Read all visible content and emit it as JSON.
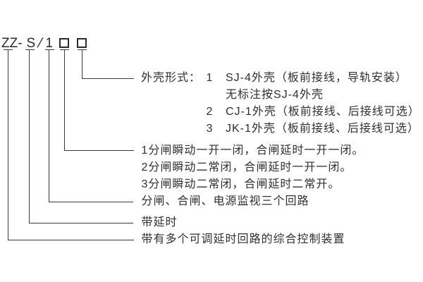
{
  "diagram_title": "ZZ-S/1 model designation",
  "ink_color": "#2f2f2f",
  "background_color": "#ffffff",
  "code": {
    "value": "ZZ-S/1□□",
    "parts": {
      "family": "ZZ-",
      "delay": "S",
      "slash": "/",
      "circuits": "1"
    },
    "placeholder_boxes": 2
  },
  "callouts": {
    "enclosure": {
      "label": "外壳形式：",
      "options": [
        {
          "num": "1",
          "text": "SJ-4外壳（板前接线，导轨安装）"
        },
        {
          "num": "",
          "text": "无标注按SJ-4外壳"
        },
        {
          "num": "2",
          "text": "CJ-1外壳（板前接线、后接线可选）"
        },
        {
          "num": "3",
          "text": "JK-1外壳（板前接线、后接线可选）"
        }
      ]
    },
    "contact_options": [
      "1分闸瞬动一开一闭，合闸延时一开一闭。",
      "2分闸瞬动二常闭，合闸延时一开一闭。",
      "3分闸瞬动二常闭，合闸延时二常开。"
    ],
    "circuits": "分闸、合闸、电源监视三个回路",
    "delay": "带延时",
    "device": "带有多个可调延时回路的综合控制装置"
  }
}
